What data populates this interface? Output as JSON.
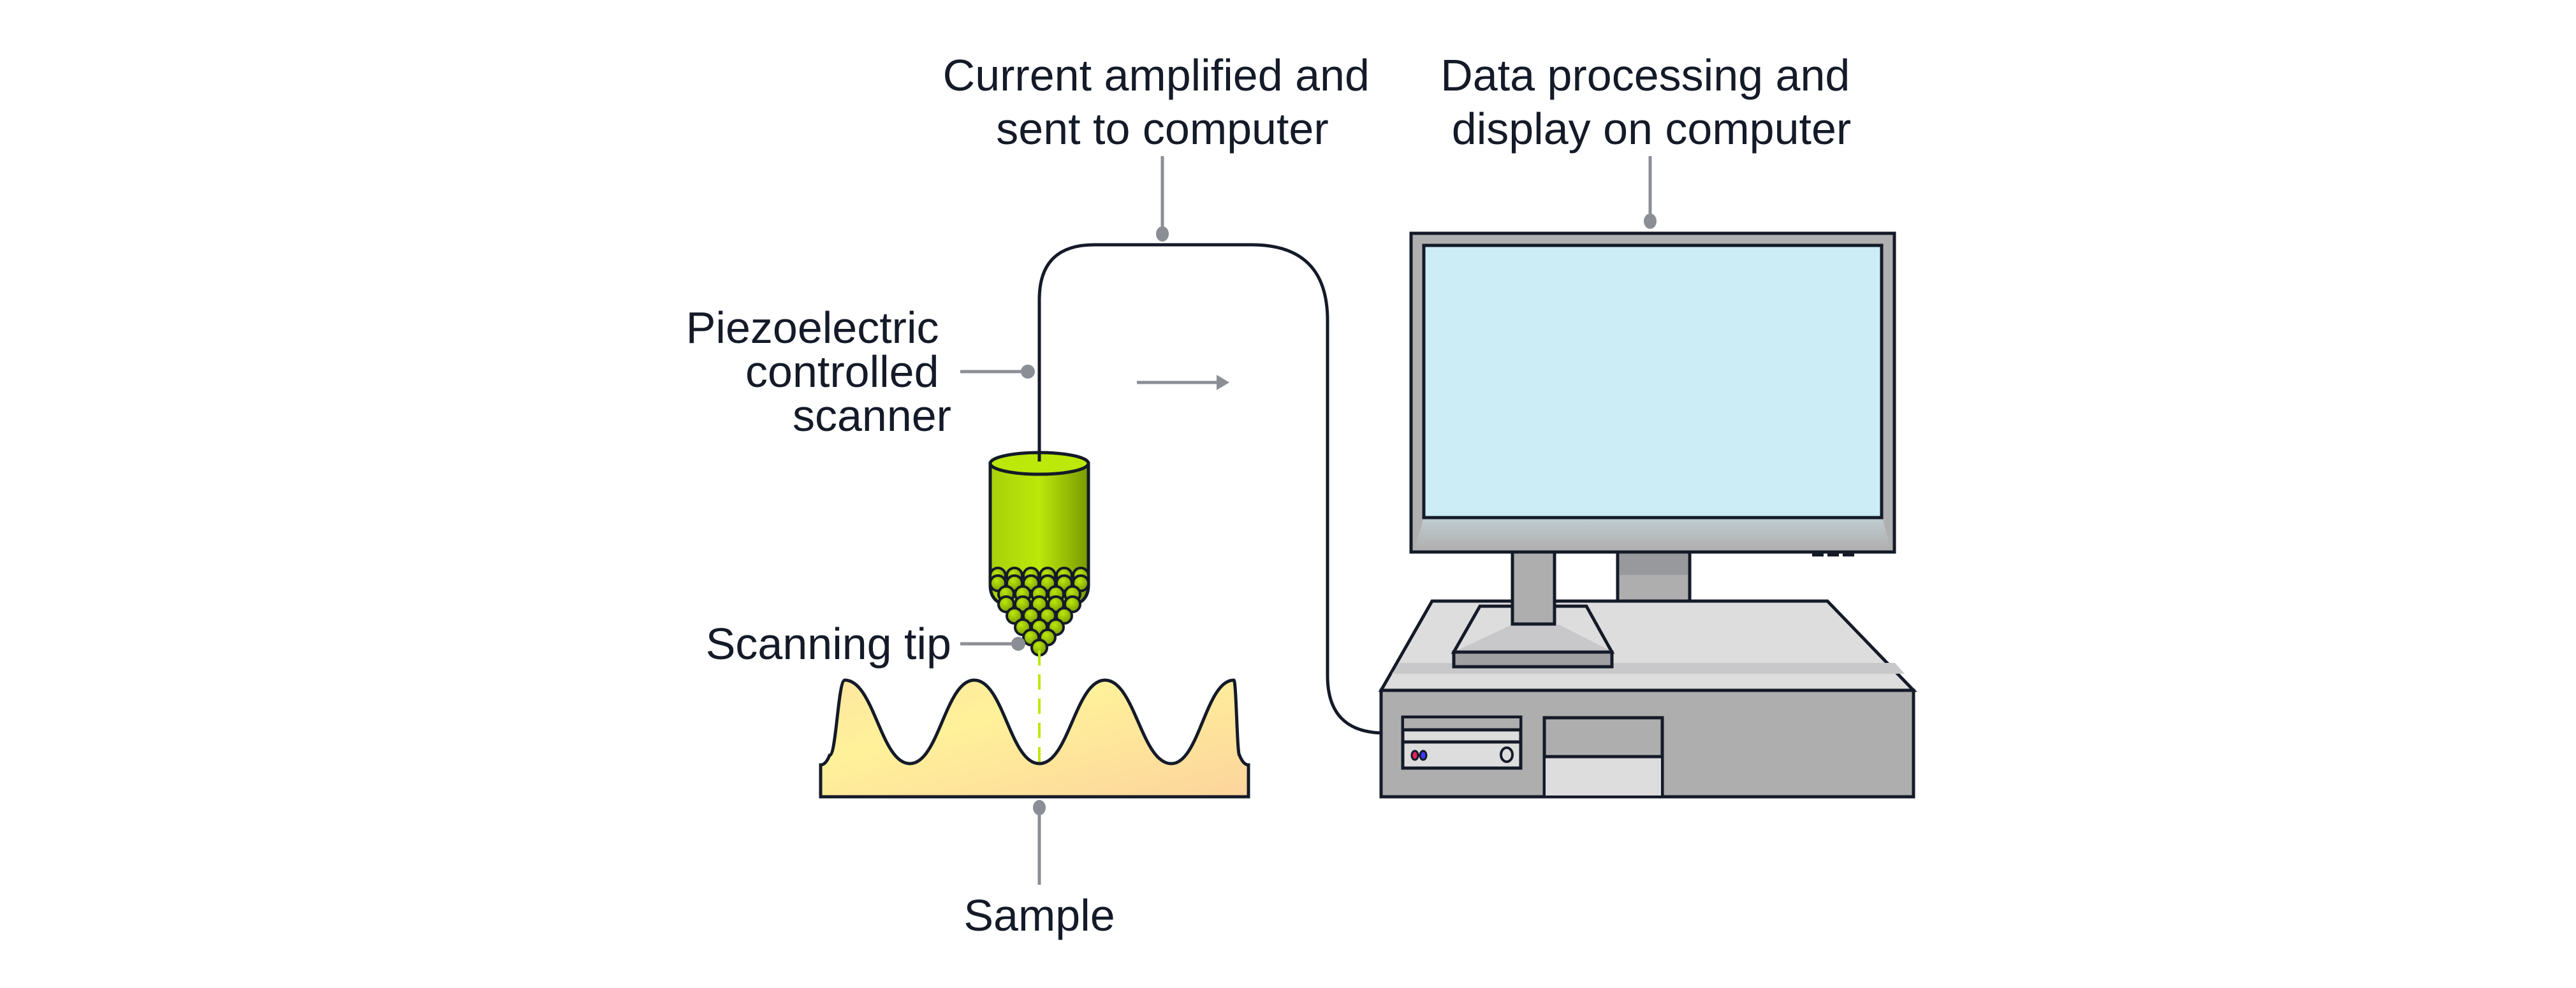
{
  "title": "Scanning tunneling microscope schematic",
  "labels": {
    "current": [
      "Current amplified and",
      "sent to computer"
    ],
    "data_processing": [
      "Data processing and",
      "display on computer"
    ],
    "scanner": [
      "Piezoelectric",
      "controlled",
      "scanner"
    ],
    "tip": [
      "Scanning tip"
    ],
    "sample": [
      "Sample"
    ]
  },
  "components": {
    "scanner": "piezoelectric-scanner-cylinder",
    "tip": "atom-cluster-tip",
    "sample": "wavy-surface-sample",
    "cable": "signal-cable",
    "monitor": "computer-monitor",
    "tower": "desktop-computer-case",
    "arrow": "scan-direction-arrow"
  },
  "colors": {
    "text": "#141a28",
    "outline": "#141a28",
    "leader": "#8c8e96",
    "scanner_light": "#bce80a",
    "scanner_dark": "#7a9a00",
    "sample_light": "#fff19a",
    "sample_dark": "#fcd49c",
    "screen": "#cdedf6",
    "bezel": "#b0b0b0",
    "case_light": "#dddddd",
    "case_mid": "#c8c8ca",
    "case_dark": "#aeaeae",
    "led_red": "#e0245e",
    "led_blue": "#3a3aff",
    "tunnel_line": "#bce80a"
  }
}
